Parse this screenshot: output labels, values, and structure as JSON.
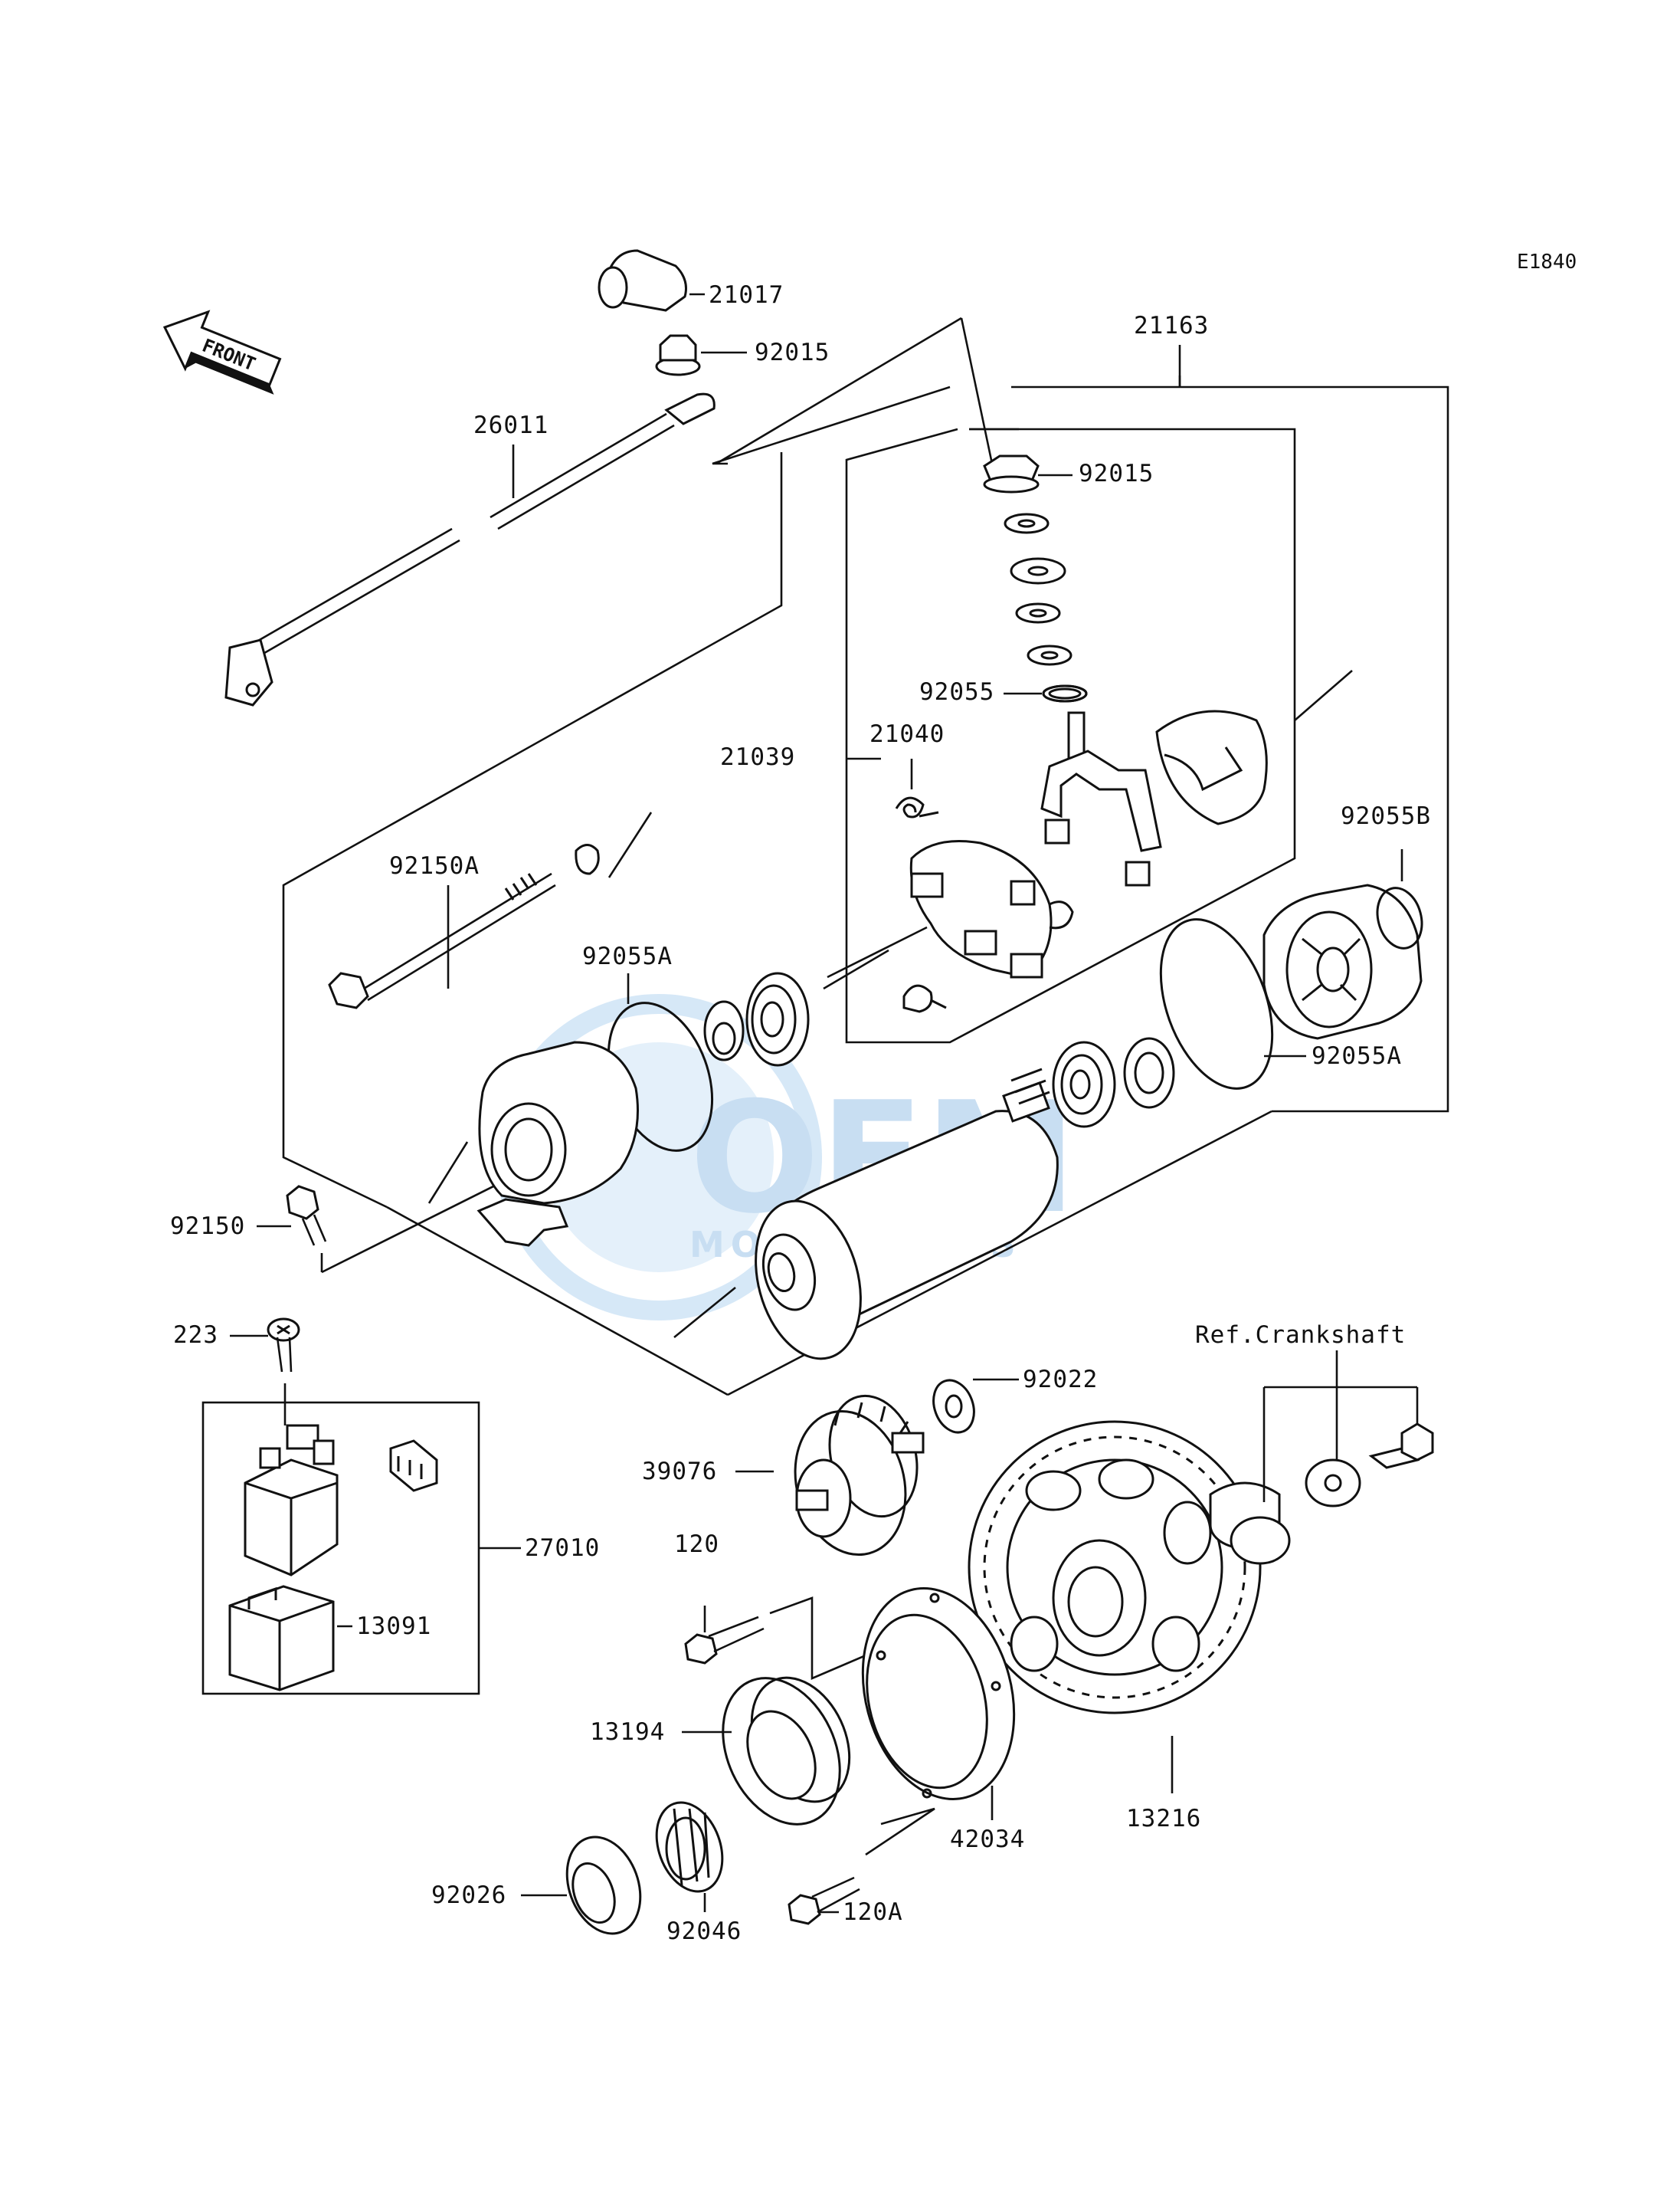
{
  "diagram_code": "E1840",
  "front_label": "FRONT",
  "watermark": {
    "main": "OEM",
    "sub": "MOTORPARTS",
    "color": "#cfe3f5"
  },
  "ref_label": "Ref.Crankshaft",
  "labels": {
    "p21017": "21017",
    "p92015_top": "92015",
    "p21163": "21163",
    "p26011": "26011",
    "p92015_mid": "92015",
    "p92055": "92055",
    "p21039": "21039",
    "p21040": "21040",
    "p92055B": "92055B",
    "p92150A": "92150A",
    "p92055A_left": "92055A",
    "p92055A_right": "92055A",
    "p92150": "92150",
    "p223": "223",
    "p27010": "27010",
    "p13091": "13091",
    "p92022": "92022",
    "p39076": "39076",
    "p120": "120",
    "p13194": "13194",
    "p42034": "42034",
    "p13216": "13216",
    "p92026": "92026",
    "p92046": "92046",
    "p120A": "120A"
  }
}
